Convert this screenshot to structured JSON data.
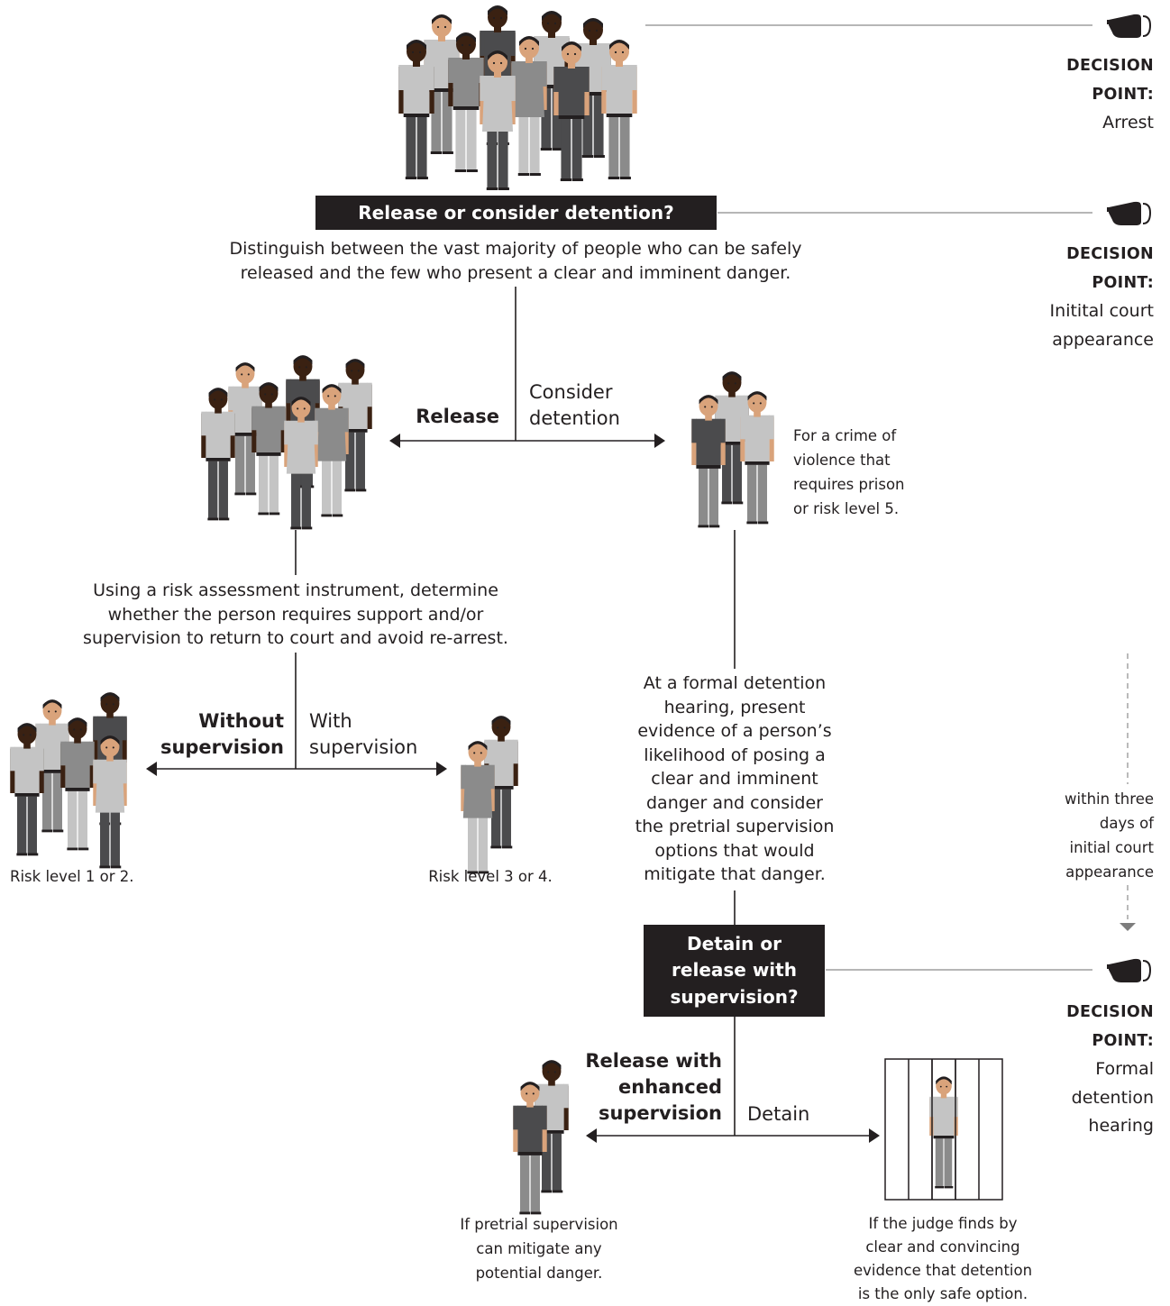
{
  "decision_points": [
    {
      "label_line1": "DECISION",
      "label_line2": "POINT:",
      "name_lines": [
        "Arrest"
      ]
    },
    {
      "label_line1": "DECISION",
      "label_line2": "POINT:",
      "name_lines": [
        "Initital court",
        "appearance"
      ]
    },
    {
      "label_line1": "DECISION",
      "label_line2": "POINT:",
      "name_lines": [
        "Formal",
        "detention",
        "hearing"
      ]
    }
  ],
  "stage1": {
    "box": "Release or consider detention?",
    "description": [
      "Distinguish between the vast majority of people who can be safely",
      "released and the few who present a clear and imminent danger."
    ],
    "left_branch": "Release",
    "right_branch": [
      "Consider",
      "detention"
    ]
  },
  "consider_detention": {
    "note": [
      "For a crime of",
      "violence that",
      "requires prison",
      "or risk level 5."
    ]
  },
  "release_path": {
    "description": [
      "Using a risk assessment instrument, determine",
      "whether the person requires support and/or",
      "supervision to return to court and avoid re-arrest."
    ],
    "left_branch": [
      "Without",
      "supervision"
    ],
    "right_branch": [
      "With",
      "supervision"
    ],
    "left_caption": "Risk level 1 or 2.",
    "right_caption": "Risk level 3 or 4."
  },
  "hearing": {
    "description": [
      "At a formal detention",
      "hearing, present",
      "evidence of a person’s",
      "likelihood of posing a",
      "clear and imminent",
      "danger and consider",
      "the pretrial supervision",
      "options that would",
      "mitigate that danger."
    ],
    "timing": [
      "within three",
      "days of",
      "initial court",
      "appearance"
    ]
  },
  "stage2": {
    "box": [
      "Detain or",
      "release with",
      "supervision?"
    ],
    "left_branch": [
      "Release with",
      "enhanced",
      "supervision"
    ],
    "right_branch": "Detain",
    "left_caption": [
      "If pretrial supervision",
      "can mitigate any",
      "potential danger."
    ],
    "right_caption": [
      "If the judge finds by",
      "clear and convincing",
      "evidence that detention",
      "is the only safe option."
    ]
  },
  "colors": {
    "ink": "#231f20",
    "line": "#9d9d9d",
    "skin_light": "#d9a37b",
    "skin_dark": "#3a2112",
    "gray_light": "#c4c4c4",
    "gray_mid": "#8b8b8b",
    "gray_dark": "#4b4b4d"
  }
}
